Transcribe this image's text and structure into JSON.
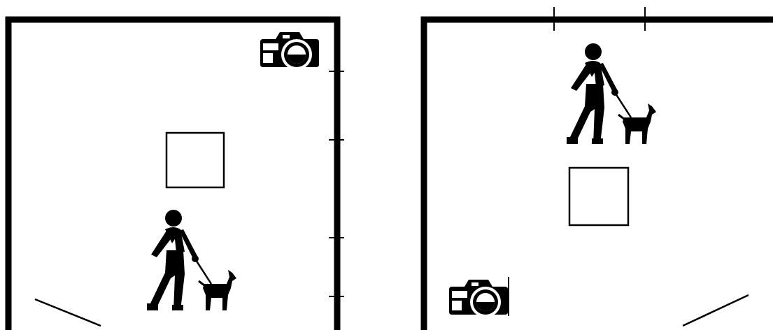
{
  "panels": [
    {
      "id": "left",
      "icons": [
        "camera-icon",
        "person-walking-dog-icon"
      ],
      "tick_count": 4
    },
    {
      "id": "right",
      "icons": [
        "camera-icon",
        "person-walking-dog-icon"
      ],
      "tick_count": 2
    }
  ],
  "colors": {
    "ink": "#000000",
    "paper": "#ffffff"
  }
}
